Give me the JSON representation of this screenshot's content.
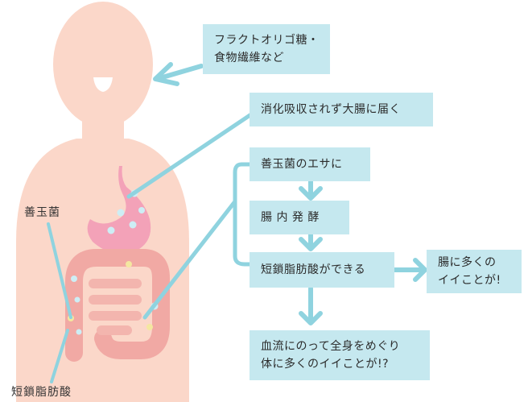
{
  "boxes": {
    "fiber": [
      "フラクトオリゴ糖・",
      "食物繊維など"
    ],
    "reach_colon": "消化吸収されず大腸に届く",
    "food_for_bacteria": "善玉菌のエサに",
    "fermentation": "腸 内 発 酵",
    "scfa_made": "短鎖脂肪酸ができる",
    "good_for_gut": [
      "腸に多くの",
      "イイことが!"
    ],
    "whole_body": [
      "血流にのって全身をめぐり",
      "体に多くのイイことが!?"
    ]
  },
  "labels": {
    "good_bacteria": "善玉菌",
    "scfa": "短鎖脂肪酸"
  },
  "colors": {
    "skin": "#fbd7c9",
    "mouth": "#ffffff",
    "stomach": "#f3a2b8",
    "intestine": "#f1a9a4",
    "box": "#c5e8ef",
    "arrow": "#8fd3df",
    "bacteria_blue": "#cdeef5",
    "bacteria_yellow": "#f4e7a0"
  }
}
